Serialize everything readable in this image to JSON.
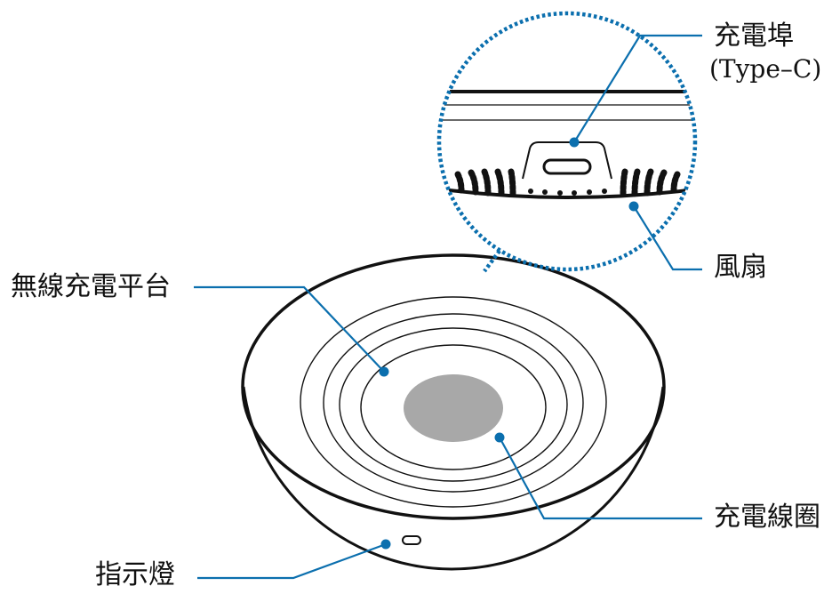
{
  "labels": {
    "charging_port": "充電埠",
    "charging_port_type": "(Type–C)",
    "fan": "風扇",
    "wireless_charging_pad": "無線充電平台",
    "charging_coil": "充電線圈",
    "indicator_light": "指示燈"
  },
  "colors": {
    "outline": "#111111",
    "callout_line": "#0b6fae",
    "magnifier_border": "#0b6fae",
    "coil_fill": "#a8a8a8",
    "background": "#ffffff"
  }
}
